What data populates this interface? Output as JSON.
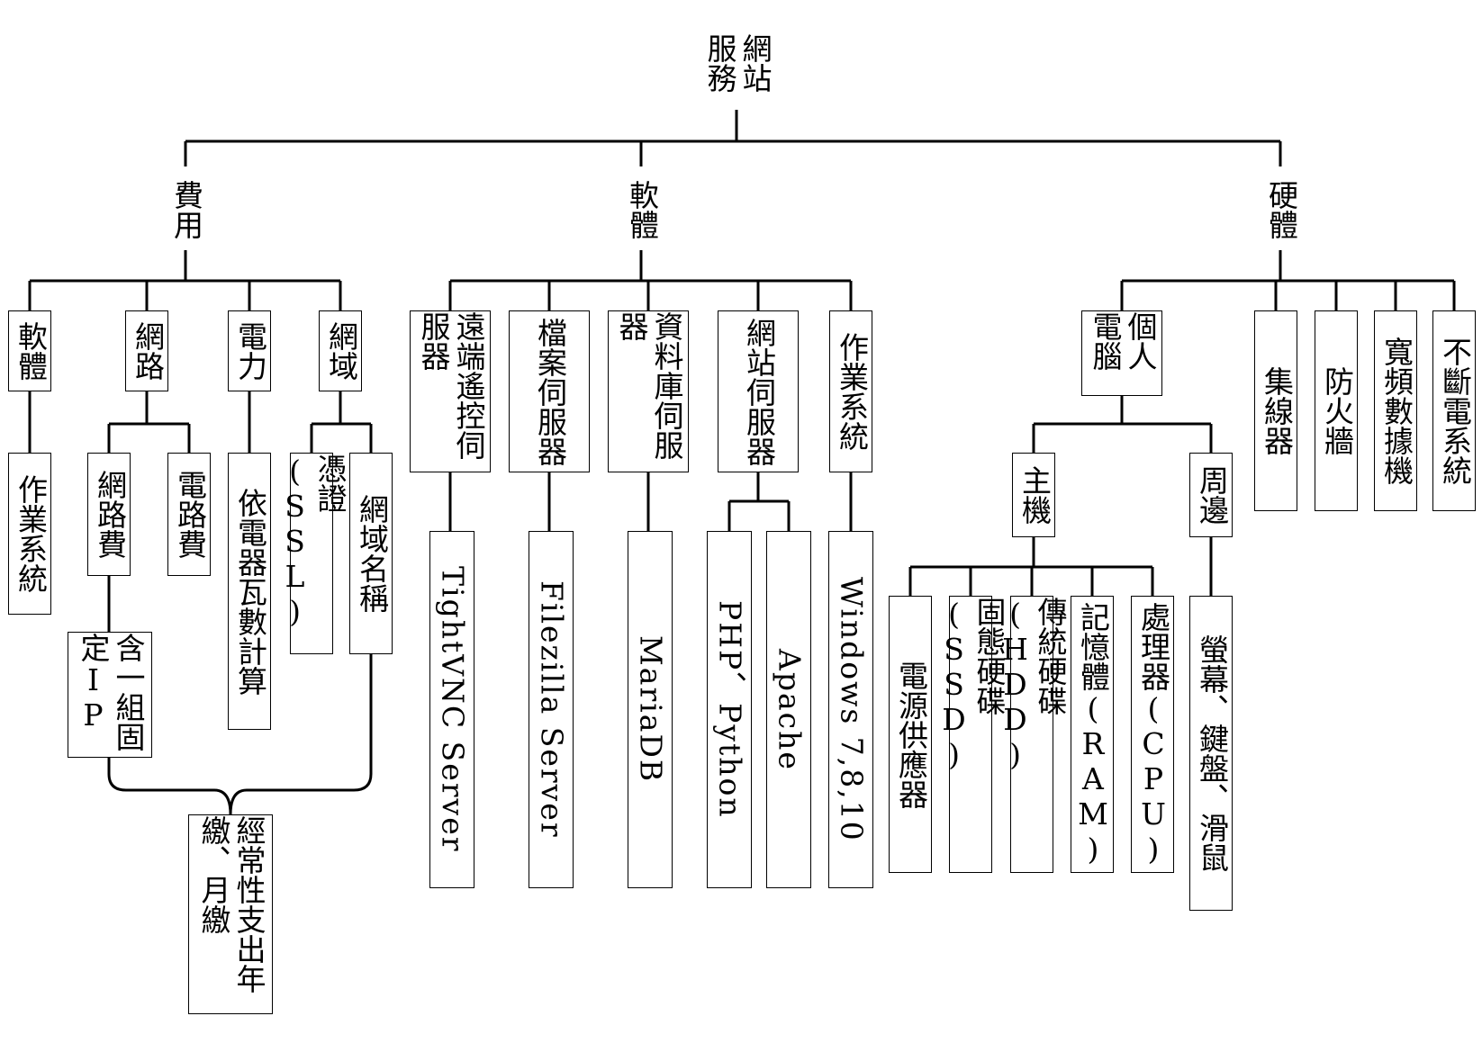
{
  "root": {
    "label": "網站服務"
  },
  "categories": {
    "cost": {
      "label": "費用",
      "software": {
        "label": "軟體",
        "child": "作業系統"
      },
      "network": {
        "label": "網路",
        "fee": "網路費",
        "fee_detail": "含一組固定IP",
        "phone_fee": "電路費"
      },
      "power": {
        "label": "電力",
        "detail": "依電器瓦數計算"
      },
      "domain": {
        "label": "網域",
        "ssl": "憑證(SSL)",
        "name": "網域名稱"
      },
      "recurring": "經常性支出年繳、月繳"
    },
    "software": {
      "label": "軟體",
      "remote": {
        "label": "遠端遙控伺服器",
        "child": "TightVNC Server"
      },
      "file": {
        "label": "檔案伺服器",
        "child": "Filezilla Server"
      },
      "database": {
        "label": "資料庫伺服器",
        "child": "MariaDB"
      },
      "web": {
        "label": "網站伺服器",
        "child1": "PHP、Python",
        "child2": "Apache"
      },
      "os": {
        "label": "作業系統",
        "child": "Windows 7,8,10"
      }
    },
    "hardware": {
      "label": "硬體",
      "pc": {
        "label": "個人電腦",
        "host": {
          "label": "主機",
          "items": [
            "電源供應器",
            "固態硬碟(SSD)",
            "傳統硬碟(HDD)",
            "記憶體(RAM)",
            "處理器(CPU)"
          ]
        },
        "peripheral": {
          "label": "周邊",
          "child": "螢幕、鍵盤、滑鼠"
        }
      },
      "switch": "集線器",
      "firewall": "防火牆",
      "modem": "寬頻數據機",
      "ups": "不斷電系統"
    }
  }
}
